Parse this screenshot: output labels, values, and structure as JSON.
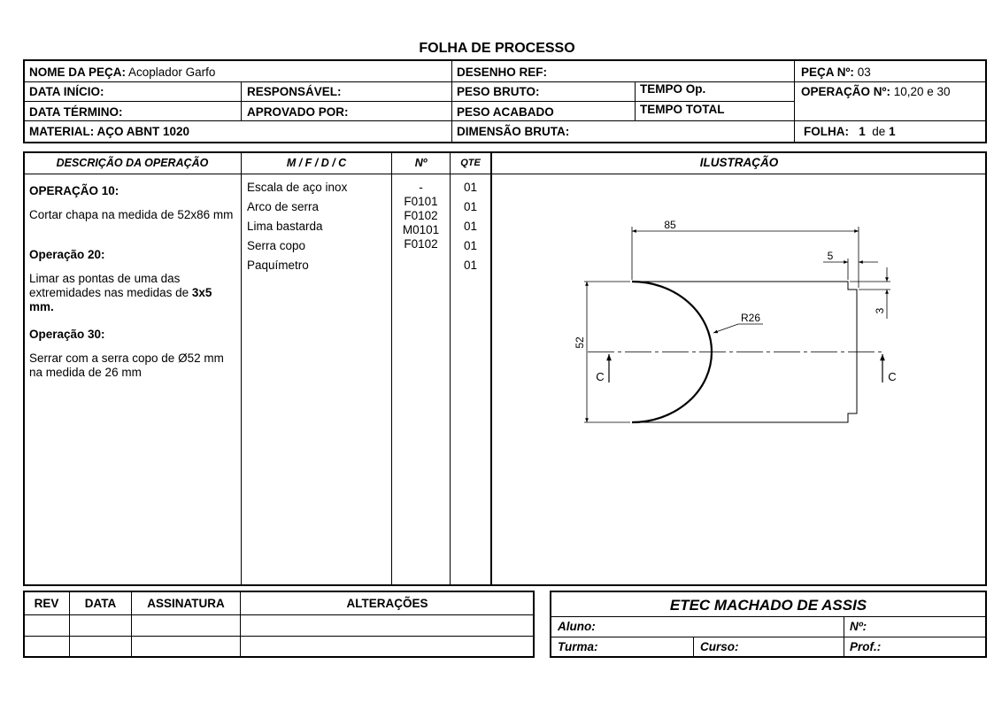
{
  "title": "FOLHA DE PROCESSO",
  "header": {
    "nome_label": "NOME DA PEÇA:",
    "nome_value": "Acoplador Garfo",
    "desenho_label": "DESENHO REF:",
    "peca_label": "PEÇA Nº:",
    "peca_value": "03",
    "data_inicio_label": "DATA INÍCIO:",
    "responsavel_label": "RESPONSÁVEL:",
    "peso_bruto_label": "PESO BRUTO:",
    "tempo_op_label": "TEMPO Op.",
    "operacao_label": "OPERAÇÃO Nº:",
    "operacao_value": "10,20 e 30",
    "data_termino_label": "DATA TÉRMINO:",
    "aprovado_label": "APROVADO POR:",
    "peso_acabado_label": "PESO ACABADO",
    "tempo_total_label": "TEMPO TOTAL",
    "material_label": "MATERIAL: AÇO ABNT 1020",
    "dimensao_label": "DIMENSÃO BRUTA:",
    "folha_label": "FOLHA:",
    "folha_value": "1",
    "folha_de": "de",
    "folha_total": "1"
  },
  "columns": {
    "descricao": "DESCRIÇÃO DA OPERAÇÃO",
    "mfdc": "M / F / D / C",
    "numero": "Nº",
    "qte": "QTE",
    "ilustracao": "ILUSTRAÇÃO"
  },
  "operations": [
    {
      "title": "OPERAÇÃO 10:",
      "text": "Cortar chapa na medida de 52x86 mm"
    },
    {
      "title": "Operação 20:",
      "text_normal": "Limar as pontas de uma das extremidades nas medidas de ",
      "text_bold": "3x5 mm."
    },
    {
      "title": "Operação 30:",
      "text": "Serrar com a serra copo de Ø52 mm na medida de 26 mm"
    }
  ],
  "tools": {
    "names": [
      "Escala de aço inox",
      "Arco de serra",
      "Lima bastarda",
      "Serra copo",
      "Paquímetro"
    ],
    "codes": [
      "-",
      "F0101",
      "F0102",
      "M0101",
      "F0102"
    ],
    "qtys": [
      "01",
      "01",
      "01",
      "01",
      "01"
    ]
  },
  "drawing": {
    "dim_width": "85",
    "dim_notch_w": "5",
    "dim_notch_h": "3",
    "dim_height": "52",
    "radius": "R26",
    "section_mark": "C"
  },
  "revisions": {
    "rev": "REV",
    "data": "DATA",
    "assinatura": "ASSINATURA",
    "alteracoes": "ALTERAÇÕES"
  },
  "school": {
    "name": "ETEC MACHADO DE ASSIS",
    "aluno": "Aluno:",
    "numero": "Nº:",
    "turma": "Turma:",
    "curso": "Curso:",
    "prof": "Prof.:"
  }
}
